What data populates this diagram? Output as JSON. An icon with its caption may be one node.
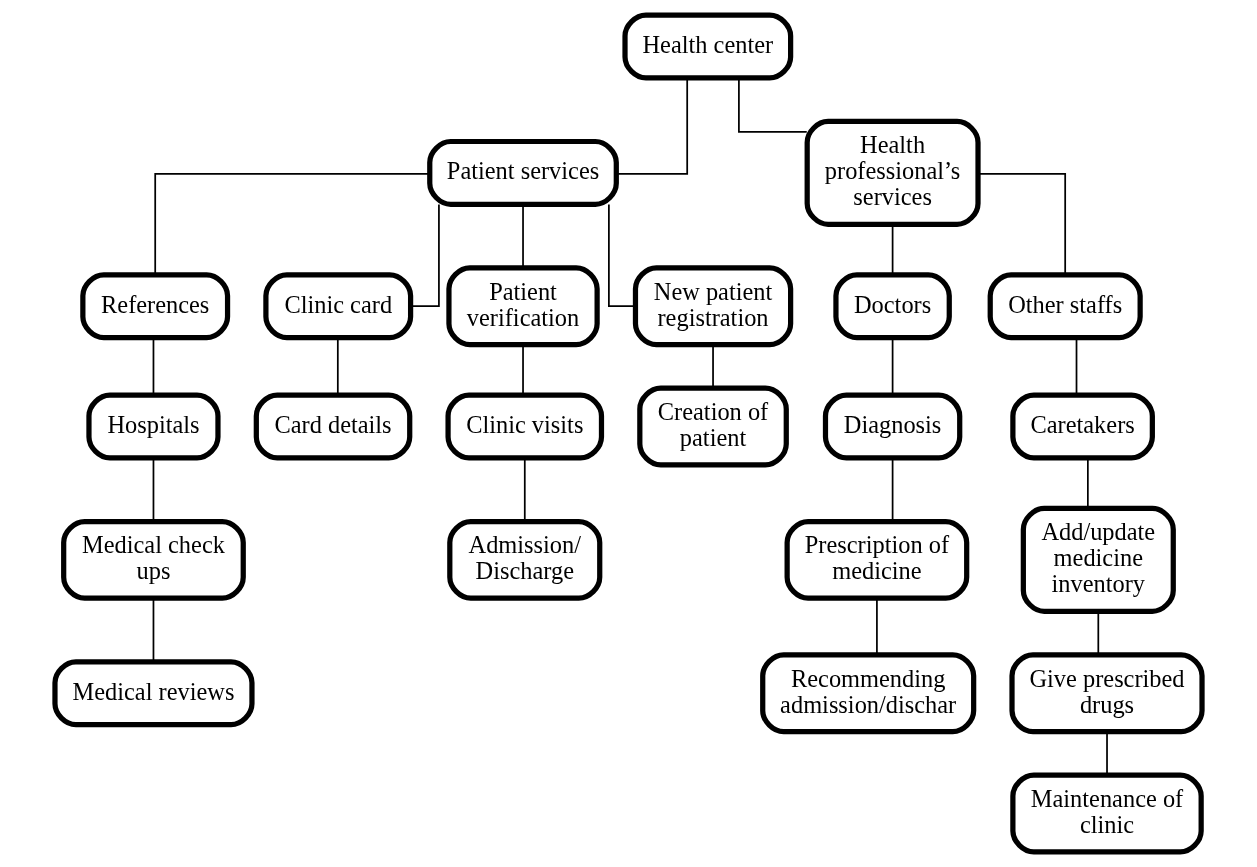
{
  "diagram": {
    "nodes": [
      {
        "text": [
          "Health center"
        ]
      },
      {
        "text": [
          "Patient services"
        ]
      },
      {
        "text": [
          "Health professional’s services"
        ]
      },
      {
        "text": [
          "References"
        ]
      },
      {
        "text": [
          "Clinic card"
        ]
      },
      {
        "text": [
          "Patient verification"
        ]
      },
      {
        "text": [
          "New patient registration"
        ]
      },
      {
        "text": [
          "Hospitals"
        ]
      },
      {
        "text": [
          "Medical check ups"
        ]
      },
      {
        "text": [
          "Medical reviews"
        ]
      },
      {
        "text": [
          "Card details"
        ]
      },
      {
        "text": [
          "Clinic visits"
        ]
      },
      {
        "text": [
          "Admission/ Discharge"
        ]
      },
      {
        "text": [
          "Creation of patient"
        ]
      },
      {
        "text": [
          "Doctors"
        ]
      },
      {
        "text": [
          "Other staffs"
        ]
      },
      {
        "text": [
          "Diagnosis"
        ]
      },
      {
        "text": [
          "Prescription of medicine"
        ]
      },
      {
        "text": [
          "Recommending admission/dischar"
        ]
      },
      {
        "text": [
          "Caretakers"
        ]
      },
      {
        "text": [
          "Add/update medicine inventory"
        ]
      },
      {
        "text": [
          "Give prescribed drugs"
        ]
      },
      {
        "text": [
          "Maintenance of clinic"
        ]
      }
    ],
    "edges": [
      {
        "from": 0,
        "to": 1,
        "arrow": "none"
      },
      {
        "from": 0,
        "to": 2,
        "arrow": "none"
      },
      {
        "from": 1,
        "to": 3,
        "arrow": "none"
      },
      {
        "from": 1,
        "to": 4,
        "arrow": "none"
      },
      {
        "from": 1,
        "to": 5,
        "arrow": "none"
      },
      {
        "from": 1,
        "to": 6,
        "arrow": "none"
      },
      {
        "from": 3,
        "to": 7,
        "arrow": "none"
      },
      {
        "from": 7,
        "to": 8,
        "arrow": "none"
      },
      {
        "from": 8,
        "to": 9,
        "arrow": "none"
      },
      {
        "from": 4,
        "to": 10,
        "arrow": "none"
      },
      {
        "from": 5,
        "to": 11,
        "arrow": "none"
      },
      {
        "from": 11,
        "to": 12,
        "arrow": "none"
      },
      {
        "from": 6,
        "to": 13,
        "arrow": "none"
      },
      {
        "from": 2,
        "to": 14,
        "arrow": "none"
      },
      {
        "from": 2,
        "to": 15,
        "arrow": "none"
      },
      {
        "from": 14,
        "to": 16,
        "arrow": "none"
      },
      {
        "from": 16,
        "to": 17,
        "arrow": "none"
      },
      {
        "from": 17,
        "to": 18,
        "arrow": "none"
      },
      {
        "from": 15,
        "to": 19,
        "arrow": "none"
      },
      {
        "from": 19,
        "to": 20,
        "arrow": "none"
      },
      {
        "from": 20,
        "to": 21,
        "arrow": "none"
      },
      {
        "from": 21,
        "to": 22,
        "arrow": "none"
      }
    ]
  }
}
